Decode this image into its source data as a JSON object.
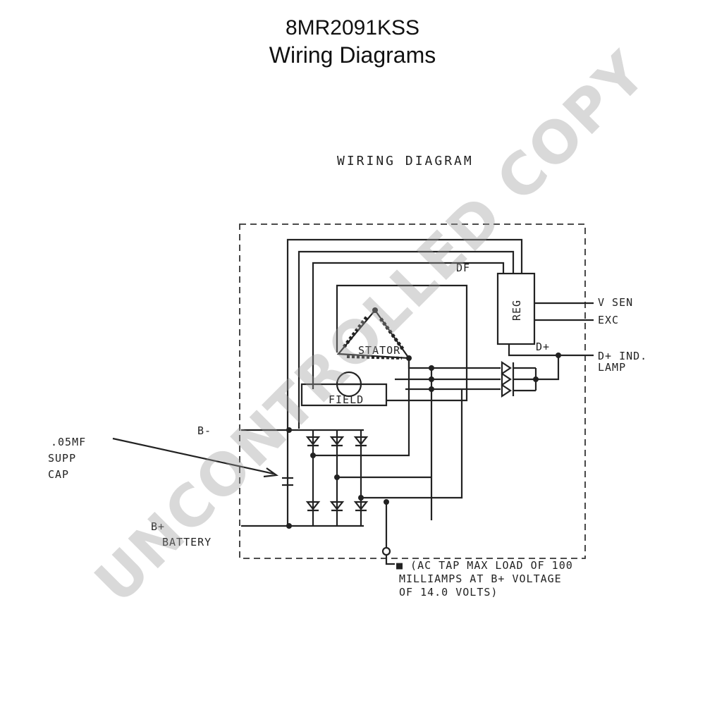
{
  "header": {
    "model": "8MR2091KSS",
    "subtitle": "Wiring Diagrams"
  },
  "diagram": {
    "title": "WIRING DIAGRAM",
    "watermark": "UNCONTROLLED COPY",
    "labels": {
      "reg": "REG",
      "v_sen": "V SEN",
      "exc": "EXC",
      "d_plus": "D+",
      "d_plus_ind": "D+ IND.",
      "lamp": "LAMP",
      "df": "DF",
      "stator": "STATOR",
      "field": "FIELD",
      "b_minus": "B-",
      "b_plus": "B+",
      "battery": "BATTERY",
      "cap_1": ".05MF",
      "cap_2": "SUPP",
      "cap_3": "CAP",
      "note_1": "■ (AC TAP MAX LOAD OF 100",
      "note_2": "MILLIAMPS AT B+ VOLTAGE",
      "note_3": "OF 14.0 VOLTS)"
    }
  }
}
